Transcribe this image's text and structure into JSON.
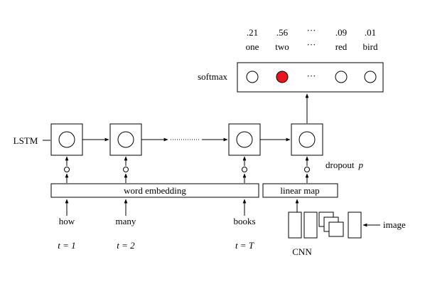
{
  "softmax": {
    "label": "softmax",
    "outputs": [
      {
        "prob": ".21",
        "word": "one",
        "selected": false
      },
      {
        "prob": ".56",
        "word": "two",
        "selected": true
      },
      {
        "prob": "···",
        "word": "···",
        "selected": false,
        "ellipsis": true
      },
      {
        "prob": ".09",
        "word": "red",
        "selected": false
      },
      {
        "prob": ".01",
        "word": "bird",
        "selected": false
      }
    ]
  },
  "lstm": {
    "label": "LSTM"
  },
  "embedding": {
    "label": "word embedding"
  },
  "linear_map": {
    "label": "linear map"
  },
  "dropout": {
    "label": "dropout",
    "param": "p"
  },
  "inputs": [
    {
      "word": "how",
      "time": "t = 1"
    },
    {
      "word": "many",
      "time": "t = 2"
    },
    {
      "word": "books",
      "time": "t = T"
    }
  ],
  "cnn": {
    "label": "CNN",
    "input_label": "image"
  },
  "colors": {
    "selected": "#e8141e",
    "stroke": "#000000"
  }
}
